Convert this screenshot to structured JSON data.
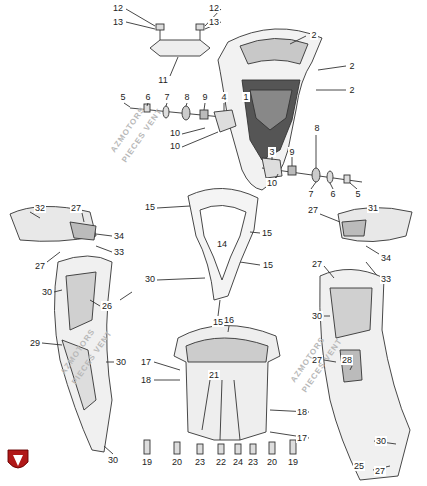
{
  "diagram": {
    "labels": [
      "12",
      "13",
      "12",
      "13",
      "2",
      "11",
      "2",
      "2",
      "5",
      "6",
      "7",
      "8",
      "9",
      "4",
      "1",
      "8",
      "10",
      "10",
      "3",
      "9",
      "10",
      "7",
      "6",
      "5",
      "32",
      "27",
      "31",
      "27",
      "15",
      "27",
      "14",
      "34",
      "33",
      "15",
      "34",
      "15",
      "33",
      "27",
      "30",
      "30",
      "26",
      "16",
      "15",
      "30",
      "29",
      "17",
      "27",
      "28",
      "18",
      "21",
      "30",
      "18",
      "17",
      "30",
      "19",
      "20",
      "23",
      "22",
      "24",
      "23",
      "20",
      "19",
      "25",
      "27",
      "30",
      "AZMOTORS",
      "PIECES VENT",
      "AZMOTORS",
      "PIECES VENT",
      "AZMOTORS",
      "PIECES VENT"
    ]
  }
}
